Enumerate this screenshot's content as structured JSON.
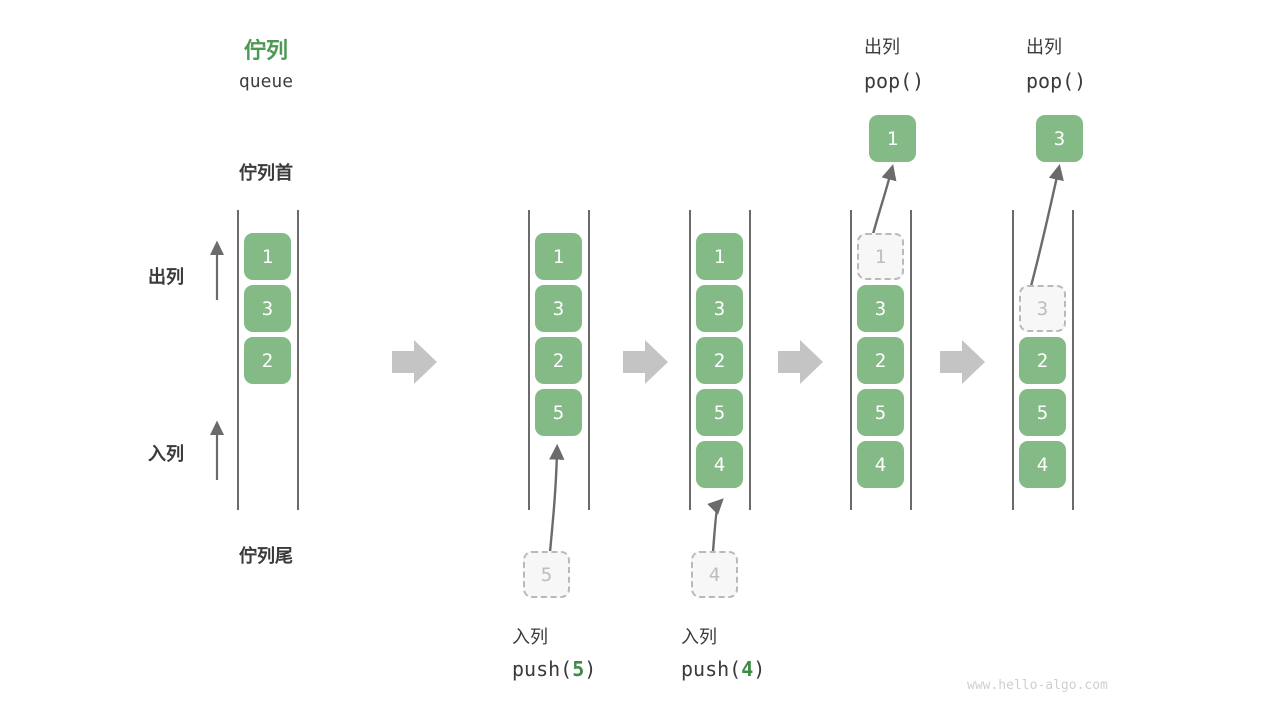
{
  "diagram": {
    "title_cn": "佇列",
    "title_en": "queue",
    "head_label": "佇列首",
    "tail_label": "佇列尾",
    "dequeue_label": "出列",
    "enqueue_label": "入列",
    "watermark": "www.hello-algo.com",
    "colors": {
      "cell_fill": "#84ba85",
      "cell_text": "#ffffff",
      "ghost_fill": "#f7f7f7",
      "ghost_border": "#b9b9b9",
      "ghost_text": "#bdbdbd",
      "rail": "#6b6b6b",
      "accent_green": "#4c9a52",
      "arg_green": "#3d8b44",
      "arrow_gray": "#6b6b6b",
      "step_arrow": "#c4c4c4",
      "watermark": "#cfcfcf"
    }
  },
  "steps": [
    {
      "id": "initial",
      "caption_cn": "",
      "caption_code": "",
      "cells": [
        "1",
        "3",
        "2"
      ],
      "ghost_index": -1
    },
    {
      "id": "push-5",
      "caption_cn": "入列",
      "caption_code": "push(",
      "caption_arg": "5",
      "caption_code_end": ")",
      "cells": [
        "1",
        "3",
        "2",
        "5"
      ],
      "incoming_value": "5"
    },
    {
      "id": "push-4",
      "caption_cn": "入列",
      "caption_code": "push(",
      "caption_arg": "4",
      "caption_code_end": ")",
      "cells": [
        "1",
        "3",
        "2",
        "5",
        "4"
      ],
      "incoming_value": "4"
    },
    {
      "id": "pop-1",
      "caption_cn": "出列",
      "caption_code": "pop()",
      "cells": [
        "1",
        "3",
        "2",
        "5",
        "4"
      ],
      "ghost_index": 0,
      "popped_value": "1"
    },
    {
      "id": "pop-3",
      "caption_cn": "出列",
      "caption_code": "pop()",
      "cells": [
        "3",
        "2",
        "5",
        "4"
      ],
      "ghost_index": 0,
      "popped_value": "3"
    }
  ],
  "cells": {
    "col1": [
      "1",
      "3",
      "2"
    ],
    "col2": [
      "1",
      "3",
      "2",
      "5"
    ],
    "col3": [
      "1",
      "3",
      "2",
      "5",
      "4"
    ],
    "col4": [
      "1",
      "3",
      "2",
      "5",
      "4"
    ],
    "col5": [
      "3",
      "2",
      "5",
      "4"
    ]
  },
  "labels": {
    "pop_title_cn_4": "出列",
    "pop_title_code_4": "pop()",
    "pop_title_cn_5": "出列",
    "pop_title_code_5": "pop()",
    "push_cn_2": "入列",
    "push_cn_3": "入列",
    "push_code_2_pre": "push(",
    "push_code_2_arg": "5",
    "push_code_2_post": ")",
    "push_code_3_pre": "push(",
    "push_code_3_arg": "4",
    "push_code_3_post": ")"
  },
  "ghosts": {
    "push2": "5",
    "push3": "4",
    "pop4": "1",
    "pop5": "3"
  },
  "popped": {
    "col4": "1",
    "col5": "3"
  }
}
